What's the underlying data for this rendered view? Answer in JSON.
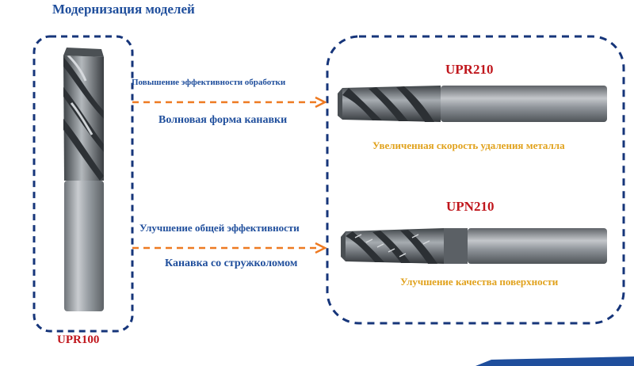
{
  "header": {
    "title": "Модернизация моделей"
  },
  "source_tool": {
    "name": "UPR100"
  },
  "paths": [
    {
      "caption_top": "Повышение эффективности обработки",
      "caption_bottom": "Волновая форма канавки",
      "target": {
        "name": "UPR210",
        "benefit": "Увеличенная скорость удаления металла"
      }
    },
    {
      "caption_top": "Улучшение общей эффективности",
      "caption_bottom": "Канавка со стружколомом",
      "target": {
        "name": "UPN210",
        "benefit": "Улучшение качества поверхности"
      }
    }
  ],
  "colors": {
    "primary_blue": "#1f4e9c",
    "model_red": "#c0161c",
    "benefit_gold": "#e1a21d",
    "arrow_orange": "#ee7a22",
    "frame_navy": "#16357a"
  }
}
